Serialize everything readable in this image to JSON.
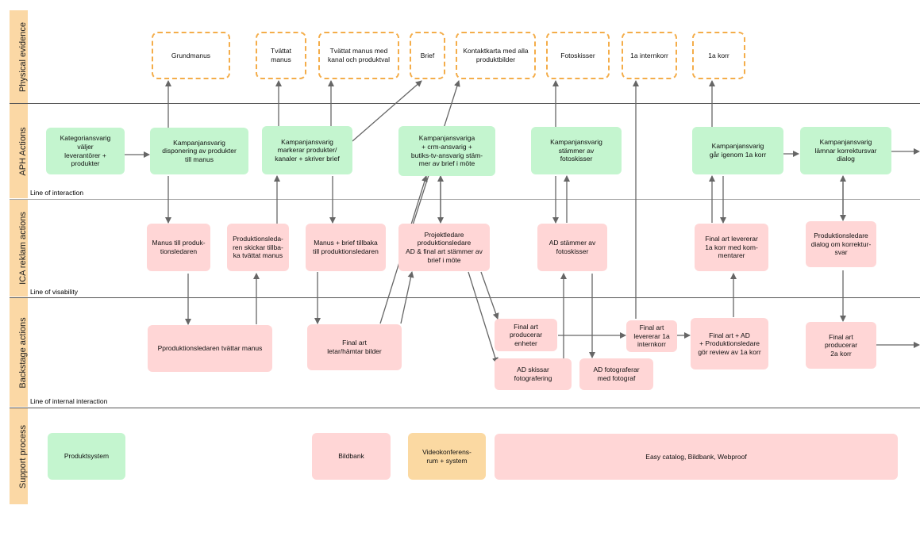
{
  "lanes": {
    "physical": "Physical evidence",
    "aph": "APH Actions",
    "ica": "ICA reklam actions",
    "backstage": "Backstage actions",
    "support": "Support process"
  },
  "lines": {
    "interaction": "Line of interaction",
    "visibility": "Line of visability",
    "internal": "Line of internal interaction"
  },
  "evidence": [
    "Grundmanus",
    "Tvättat\nmanus",
    "Tvättat manus med\nkanal och produktval",
    "Brief",
    "Kontaktkarta med alla\nproduktbilder",
    "Fotoskisser",
    "1a internkorr",
    "1a korr"
  ],
  "aph": [
    "Kategoriansvarig\nväljer\nleverantörer +\nprodukter",
    "Kampanjansvarig\ndisponering av produkter\ntill manus",
    "Kampanjansvarig\nmarkerar produkter/\nkanaler + skriver brief",
    "Kampanjansvariga\n+ crm-ansvarig +\nbutiks-tv-ansvarig stäm-\nmer av brief i möte",
    "Kampanjansvarig\nstämmer av\nfotoskisser",
    "Kampanjansvarig\ngår igenom 1a korr",
    "Kampanjansvarig\nlämnar korrektursvar\ndialog"
  ],
  "ica": [
    "Manus till produk-\ntionsledaren",
    "Produktionsleda-\nren skickar tillba-\nka tvättat manus",
    "Manus + brief tillbaka\ntill  produktionsledaren",
    "Projektledare\nproduktionsledare\nAD & final art stämmer av\nbrief i möte",
    "AD stämmer av\nfotoskisser",
    "Final art levererar\n1a korr med kom-\nmentarer",
    "Produktionsledare\ndialog om korrektur-\nsvar"
  ],
  "backstage": [
    "Pproduktionsledaren tvättar manus",
    "Final art\nletar/hämtar bilder",
    "Final art\nproducerar\nenheter",
    "AD skissar\nfotografering",
    "AD fotograferar\nmed fotograf",
    "Final art\nlevererar 1a\ninternkorr",
    "Final art + AD\n+ Produktionsledare\ngör review av 1a korr",
    "Final art\nproducerar\n2a korr"
  ],
  "support": [
    "Produktsystem",
    "Bildbank",
    "Videokonferens-\nrum + system",
    "Easy catalog, Bildbank, Webproof"
  ],
  "colors": {
    "aph_box": "#c4f5cf",
    "ica_box": "#ffd6d6",
    "evidence_border": "#f4ad4a",
    "lane_tab": "#fbd8a5",
    "arrow": "#666666"
  }
}
